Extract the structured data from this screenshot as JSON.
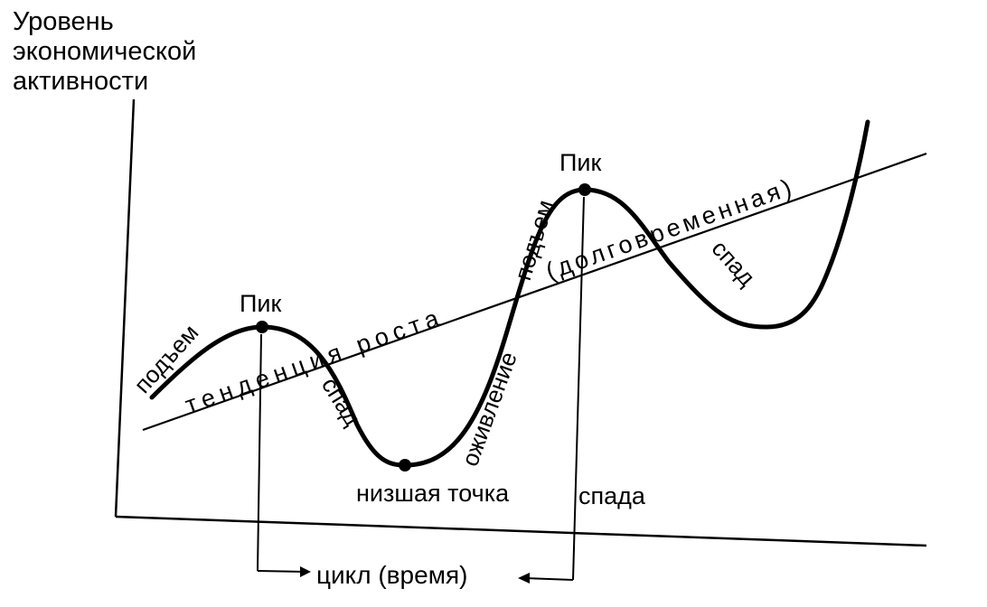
{
  "y_axis_label": [
    "Уровень",
    "экономической",
    "активности"
  ],
  "labels": {
    "peak": "Пик",
    "rise": "подъем",
    "decline": "спад",
    "revival": "оживление",
    "trough": "низшая точка",
    "trough_suffix": "спада",
    "trend_main": "тенденция роста",
    "trend_paren": "(долговременная)",
    "cycle": "цикл (время)"
  }
}
